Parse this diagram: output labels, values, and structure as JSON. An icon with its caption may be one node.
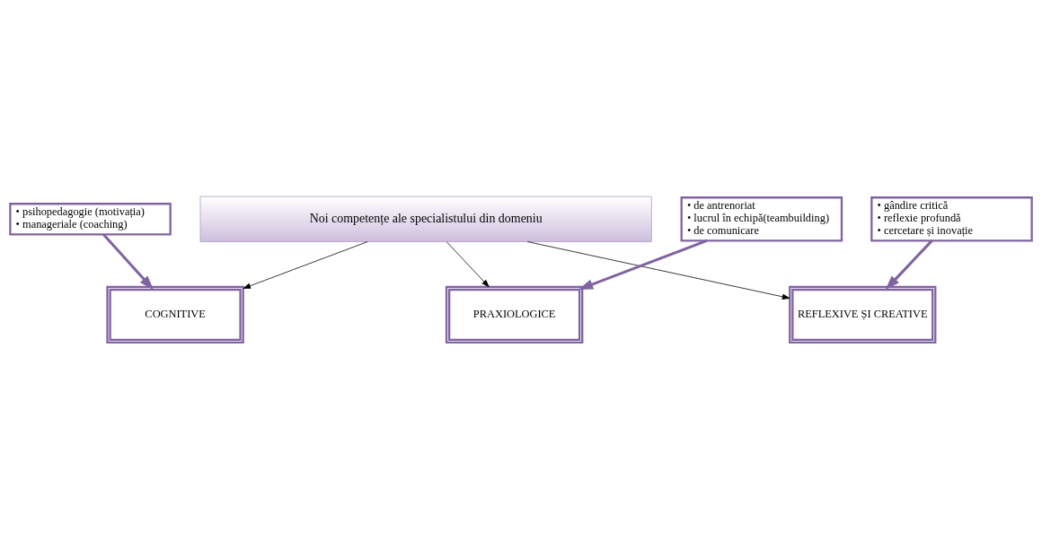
{
  "diagram": {
    "nodes": [
      {
        "text": [
          "Noi competențe ale specialistului din domeniu"
        ]
      },
      {
        "text": [
          "COGNITIVE"
        ]
      },
      {
        "text": [
          "PRAXIOLOGICE"
        ]
      },
      {
        "text": [
          "REFLEXIVE ȘI CREATIVE"
        ]
      },
      {
        "text": [
          "• psihopedagogie (motivația)",
          "• manageriale (coaching)"
        ]
      },
      {
        "text": [
          "• de antrenoriat",
          "• lucrul în echipă(teambuilding)",
          "• de comunicare"
        ]
      },
      {
        "text": [
          "• gândire critică",
          "• reflexie profundă",
          "• cercetare și inovație"
        ]
      }
    ],
    "edges": [
      {
        "from": 0,
        "to": 1,
        "arrow": "to"
      },
      {
        "from": 0,
        "to": 2,
        "arrow": "to"
      },
      {
        "from": 0,
        "to": 3,
        "arrow": "to"
      },
      {
        "from": 4,
        "to": 1,
        "arrow": "to",
        "style": "thick",
        "color": "#8064a2"
      },
      {
        "from": 5,
        "to": 2,
        "arrow": "to",
        "style": "thick",
        "color": "#8064a2"
      },
      {
        "from": 6,
        "to": 3,
        "arrow": "to",
        "style": "thick",
        "color": "#8064a2"
      }
    ]
  }
}
